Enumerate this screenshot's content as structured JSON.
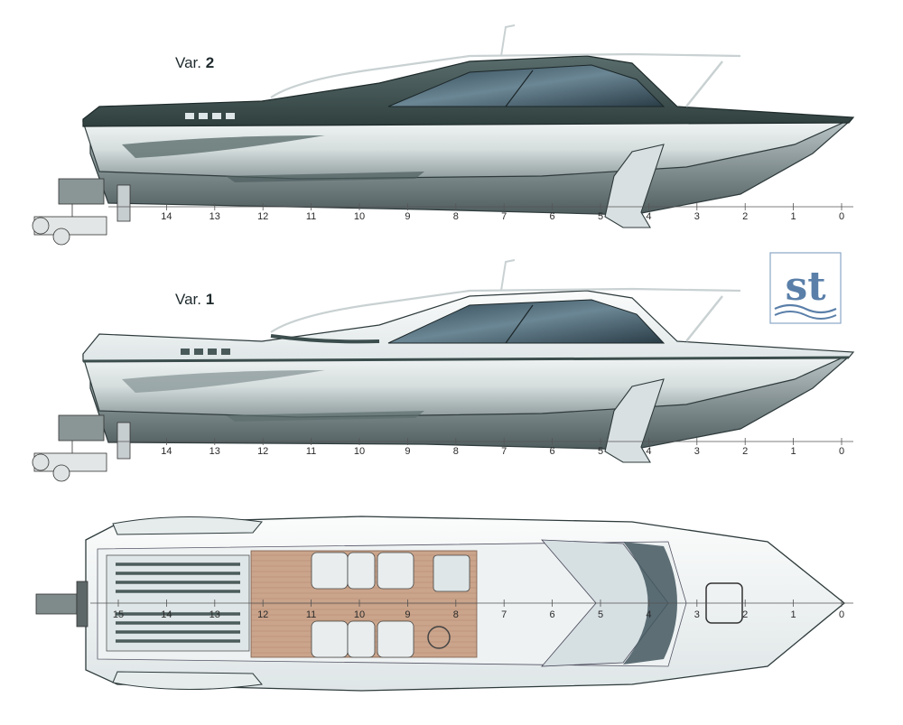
{
  "labels": {
    "var2_prefix": "Var.",
    "var2_num": "2",
    "var1_prefix": "Var.",
    "var1_num": "1"
  },
  "logo": {
    "text": "st",
    "color": "#5a7fa9"
  },
  "scale": {
    "stations": [
      "0",
      "1",
      "2",
      "3",
      "4",
      "5",
      "6",
      "7",
      "8",
      "9",
      "10",
      "11",
      "12",
      "13",
      "14"
    ],
    "top_stations": [
      "0",
      "1",
      "2",
      "3",
      "4",
      "5",
      "6",
      "7",
      "8",
      "9",
      "10",
      "11",
      "12",
      "13",
      "14",
      "15"
    ]
  },
  "colors": {
    "dark_hull": "#3b4d4c",
    "light_hull": "#dfe6e7",
    "glass": "#3f5560",
    "deck_wood": "#c9a38a",
    "grey_line": "#6f7a7c"
  }
}
